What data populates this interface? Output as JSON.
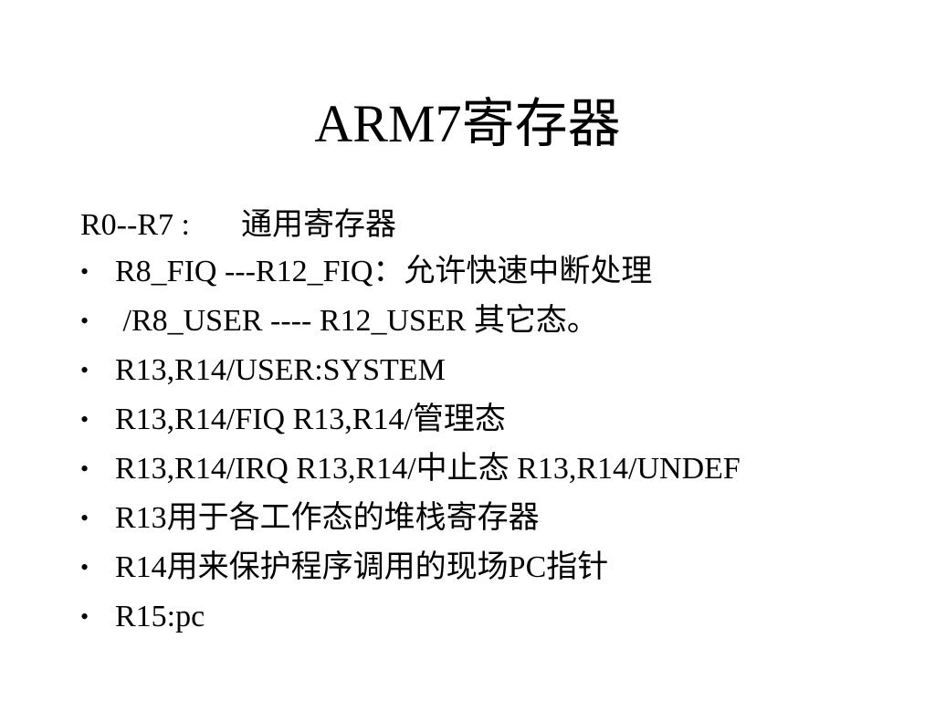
{
  "slide": {
    "title": "ARM7寄存器",
    "intro": {
      "label": "R0--R7 :",
      "description": "通用寄存器"
    },
    "bullet_symbol": "•",
    "bullets": [
      "R8_FIQ ---R12_FIQ：允许快速中断处理",
      " /R8_USER ---- R12_USER 其它态。",
      "R13,R14/USER:SYSTEM",
      "R13,R14/FIQ R13,R14/管理态",
      "R13,R14/IRQ R13,R14/中止态 R13,R14/UNDEF",
      "R13用于各工作态的堆栈寄存器",
      "R14用来保护程序调用的现场PC指针",
      "R15:pc"
    ]
  }
}
